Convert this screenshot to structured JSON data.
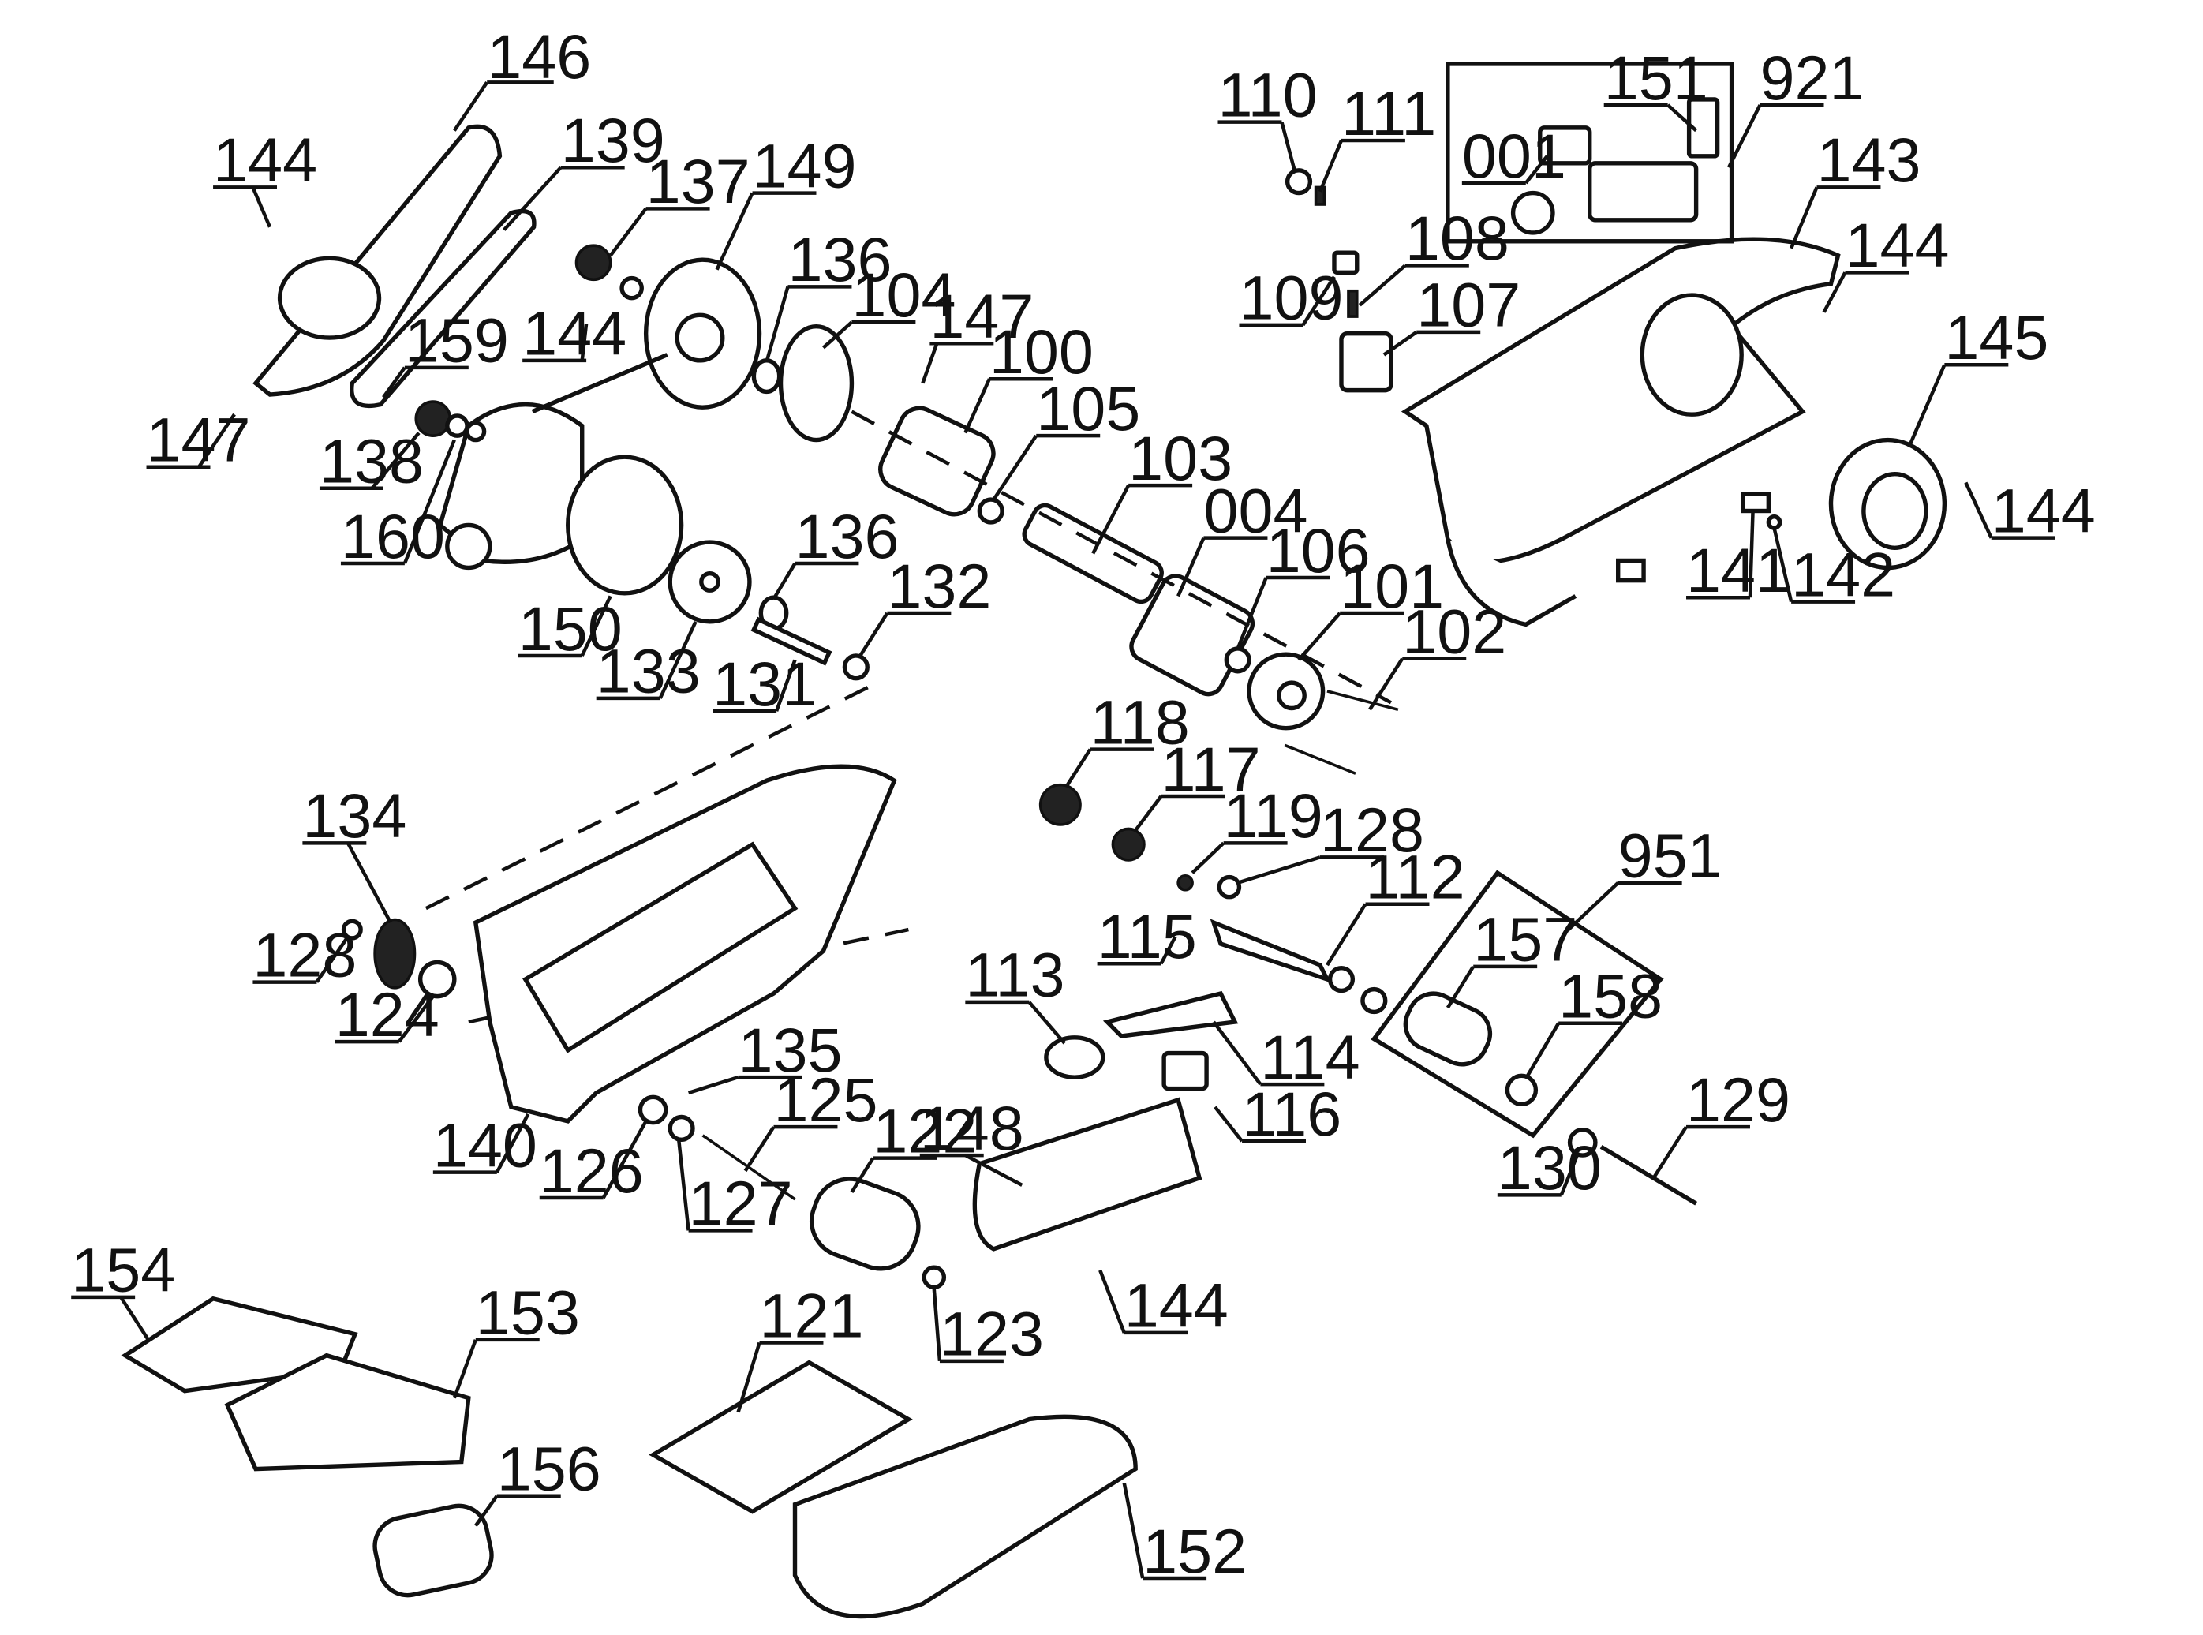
{
  "title": "Exploded parts diagram - belt sander",
  "callouts": [
    {
      "id": "146"
    },
    {
      "id": "144"
    },
    {
      "id": "139"
    },
    {
      "id": "137"
    },
    {
      "id": "149"
    },
    {
      "id": "136"
    },
    {
      "id": "104"
    },
    {
      "id": "147"
    },
    {
      "id": "100"
    },
    {
      "id": "144"
    },
    {
      "id": "159"
    },
    {
      "id": "105"
    },
    {
      "id": "147"
    },
    {
      "id": "138"
    },
    {
      "id": "103"
    },
    {
      "id": "160"
    },
    {
      "id": "136"
    },
    {
      "id": "132"
    },
    {
      "id": "150"
    },
    {
      "id": "004"
    },
    {
      "id": "106"
    },
    {
      "id": "101"
    },
    {
      "id": "133"
    },
    {
      "id": "131"
    },
    {
      "id": "102"
    },
    {
      "id": "110"
    },
    {
      "id": "111"
    },
    {
      "id": "151"
    },
    {
      "id": "921"
    },
    {
      "id": "001"
    },
    {
      "id": "143"
    },
    {
      "id": "108"
    },
    {
      "id": "144"
    },
    {
      "id": "109"
    },
    {
      "id": "107"
    },
    {
      "id": "145"
    },
    {
      "id": "141"
    },
    {
      "id": "142"
    },
    {
      "id": "144"
    },
    {
      "id": "118"
    },
    {
      "id": "117"
    },
    {
      "id": "119"
    },
    {
      "id": "128"
    },
    {
      "id": "112"
    },
    {
      "id": "951"
    },
    {
      "id": "134"
    },
    {
      "id": "115"
    },
    {
      "id": "157"
    },
    {
      "id": "128"
    },
    {
      "id": "113"
    },
    {
      "id": "158"
    },
    {
      "id": "124"
    },
    {
      "id": "114"
    },
    {
      "id": "135"
    },
    {
      "id": "125"
    },
    {
      "id": "148"
    },
    {
      "id": "116"
    },
    {
      "id": "122"
    },
    {
      "id": "129"
    },
    {
      "id": "140"
    },
    {
      "id": "126"
    },
    {
      "id": "130"
    },
    {
      "id": "127"
    },
    {
      "id": "154"
    },
    {
      "id": "144"
    },
    {
      "id": "123"
    },
    {
      "id": "153"
    },
    {
      "id": "121"
    },
    {
      "id": "156"
    },
    {
      "id": "152"
    }
  ]
}
